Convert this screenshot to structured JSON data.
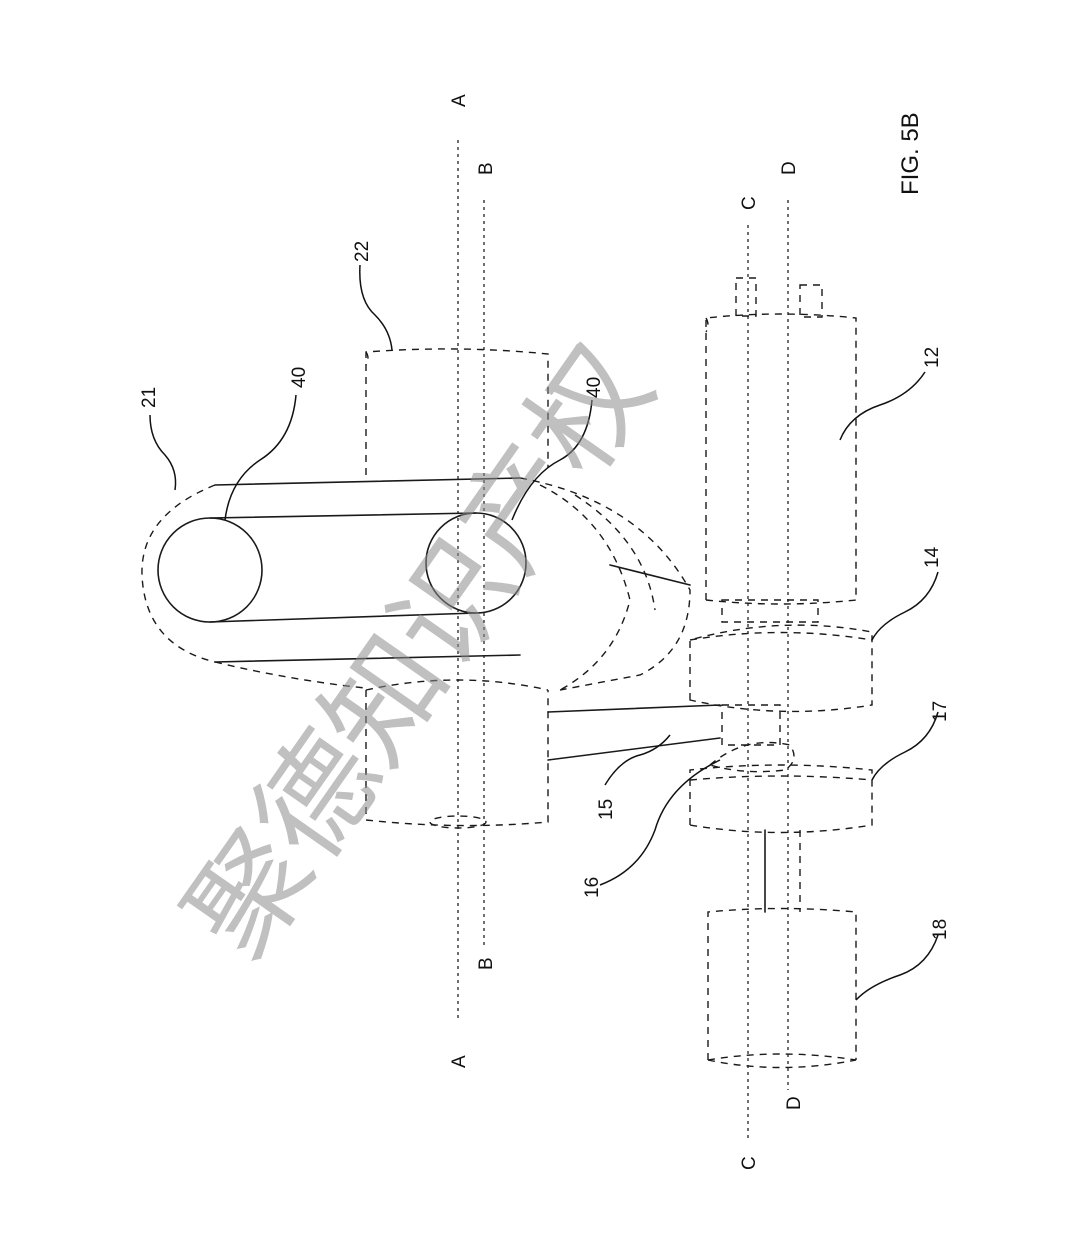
{
  "figure_label": "FIG. 5B",
  "section_lines": {
    "A": "A",
    "B": "B",
    "C": "C",
    "D": "D"
  },
  "reference_numerals": {
    "n12": "12",
    "n14": "14",
    "n15": "15",
    "n16": "16",
    "n17": "17",
    "n18": "18",
    "n21": "21",
    "n22": "22",
    "n40a": "40",
    "n40b": "40"
  },
  "watermark": "聚德知识产权",
  "colors": {
    "line": "#1a1a1a",
    "watermark": "#8c8c8c",
    "background": "#ffffff"
  }
}
